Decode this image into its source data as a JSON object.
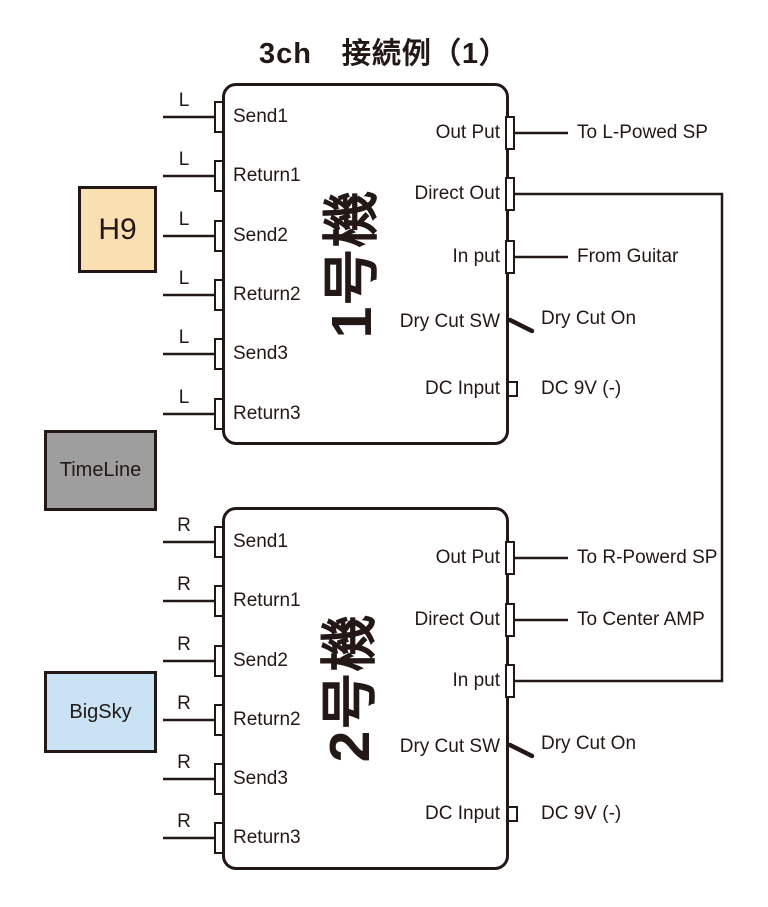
{
  "title": "3ch　接続例（1）",
  "colors": {
    "line": "#231815",
    "h9_fill": "#FADFB2",
    "timeline_fill": "#9E9E9E",
    "bigsky_fill": "#C9E3F5"
  },
  "pedals": [
    {
      "label": "H9",
      "fill": "#FADFB2"
    },
    {
      "label": "TimeLine",
      "fill": "#9E9E9E"
    },
    {
      "label": "BigSky",
      "fill": "#C9E3F5"
    }
  ],
  "units": [
    {
      "name": "1号機",
      "channel": "L",
      "left_ports": [
        "Send1",
        "Return1",
        "Send2",
        "Return2",
        "Send3",
        "Return3"
      ],
      "right_ports": {
        "output": "Out Put",
        "direct_out": "Direct Out",
        "input": "In put",
        "dry_cut": "Dry Cut SW",
        "dc": "DC Input"
      },
      "annotations": {
        "output": "To L-Powed SP",
        "input": "From Guitar",
        "dry_cut": "Dry Cut On",
        "dc": "DC 9V (-)"
      }
    },
    {
      "name": "2号機",
      "channel": "R",
      "left_ports": [
        "Send1",
        "Return1",
        "Send2",
        "Return2",
        "Send3",
        "Return3"
      ],
      "right_ports": {
        "output": "Out Put",
        "direct_out": "Direct Out",
        "input": "In put",
        "dry_cut": "Dry Cut SW",
        "dc": "DC Input"
      },
      "annotations": {
        "output": "To R-Powerd SP",
        "direct_out": "To Center AMP",
        "dry_cut": "Dry Cut On",
        "dc": "DC 9V (-)"
      }
    }
  ]
}
